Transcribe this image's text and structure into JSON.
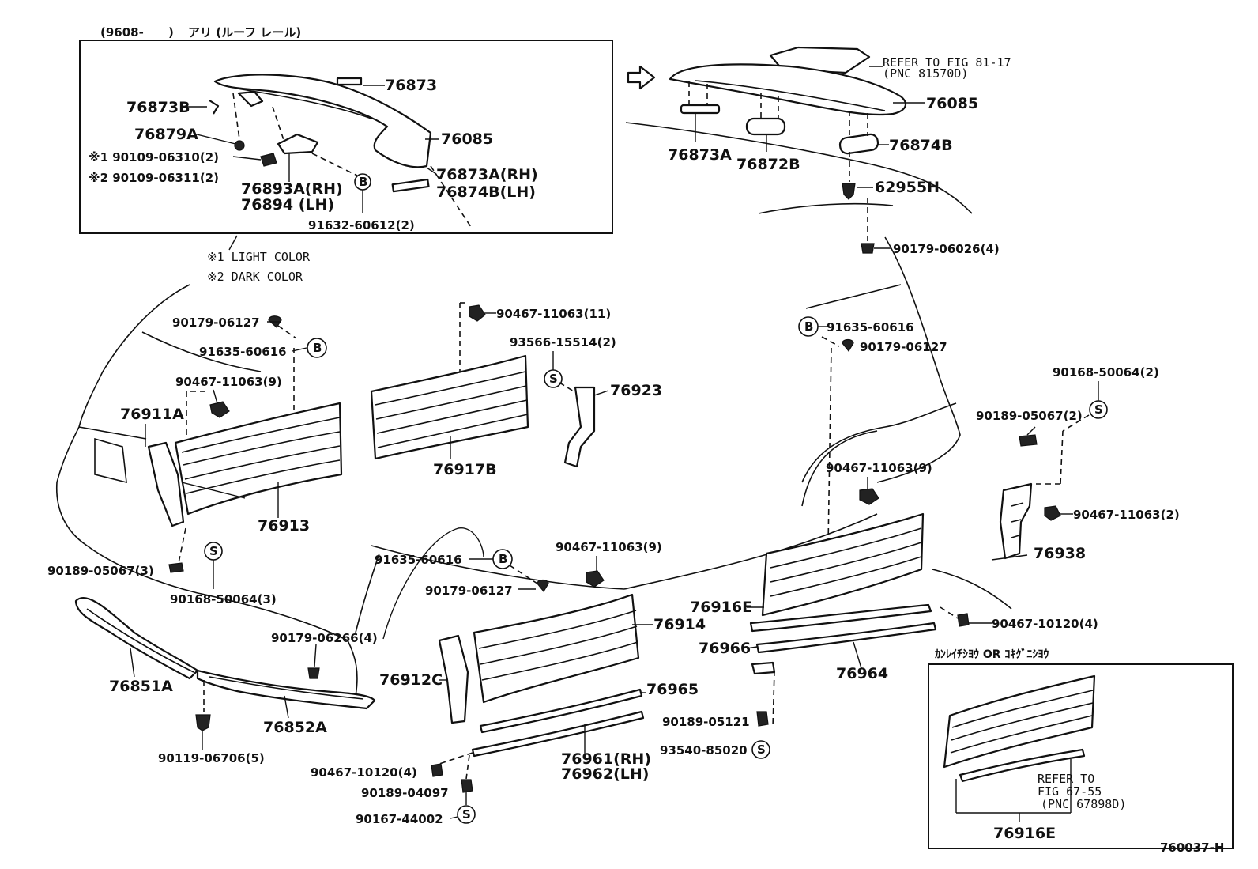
{
  "inset_top": {
    "header_date": "(9608-",
    "header_close": ")",
    "header_jp": "アリ (ルーフ レール)",
    "labels": {
      "p76873": "76873",
      "p76873B": "76873B",
      "p76879A": "76879A",
      "p76085": "76085",
      "n1": "※1 90109-06310(2)",
      "n2": "※2 90109-06311(2)",
      "p76893A": "76893A(RH)",
      "p76894": "76894  (LH)",
      "p76873A_rh": "76873A(RH)",
      "p76874B_lh": "76874B(LH)",
      "p91632": "91632-60612(2)",
      "circle_b": "B"
    }
  },
  "color_notes": {
    "light": "※1 LIGHT COLOR",
    "dark": "※2 DARK COLOR"
  },
  "spoiler": {
    "refer_line1": "REFER TO FIG 81-17",
    "refer_line2": "(PNC 81570D)",
    "p76085": "76085",
    "p76873A": "76873A",
    "p76872B": "76872B",
    "p76874B": "76874B",
    "p62955H": "62955H",
    "p90179_06026": "90179-06026(4)"
  },
  "parts": {
    "p90179_06127_a": "90179-06127",
    "p91635_60616_a": "91635-60616",
    "circle_b_a": "B",
    "p90467_11063_9a": "90467-11063(9)",
    "p76911A": "76911A",
    "p76913": "76913",
    "p90189_05067_3": "90189-05067(3)",
    "circle_s_a": "S",
    "p90168_50064_3": "90168-50064(3)",
    "p90467_11063_11": "90467-11063(11)",
    "p93566_15514": "93566-15514(2)",
    "circle_s_b": "S",
    "p76923": "76923",
    "p76917B": "76917B",
    "p91635_60616_b": "91635-60616",
    "circle_b_b": "B",
    "p90179_06127_b": "90179-06127",
    "p90168_50064_2": "90168-50064(2)",
    "circle_s_c": "S",
    "p90189_05067_2": "90189-05067(2)",
    "p90467_11063_9b": "90467-11063(9)",
    "p90467_11063_2": "90467-11063(2)",
    "p76938": "76938",
    "p76916E": "76916E",
    "p90467_10120_4a": "90467-10120(4)",
    "p76966": "76966",
    "p76964": "76964",
    "p90189_05121": "90189-05121",
    "p93540_85020": "93540-85020",
    "circle_s_d": "S",
    "p91635_60616_c": "91635-60616",
    "circle_b_c": "B",
    "p90467_11063_9c": "90467-11063(9)",
    "p90179_06127_c": "90179-06127",
    "p76914": "76914",
    "p90179_06266": "90179-06266(4)",
    "p76912C": "76912C",
    "p76965": "76965",
    "p76961": "76961(RH)",
    "p76962": "76962(LH)",
    "p90467_10120_4b": "90467-10120(4)",
    "p90189_04097": "90189-04097",
    "p90167_44002": "90167-44002",
    "circle_s_e": "S",
    "p76851A": "76851A",
    "p76852A": "76852A",
    "p90119_06706": "90119-06706(5)"
  },
  "inset_bottom": {
    "header": "ｶﾝﾚｲﾁｼﾖｳ OR ｺｷｸﾞﾆｼﾖｳ",
    "refer_line1": "REFER TO",
    "refer_line2": "FIG 67-55",
    "refer_line3": "(PNC 67898D)",
    "p76916E": "76916E"
  },
  "figure_id": "760037-H"
}
